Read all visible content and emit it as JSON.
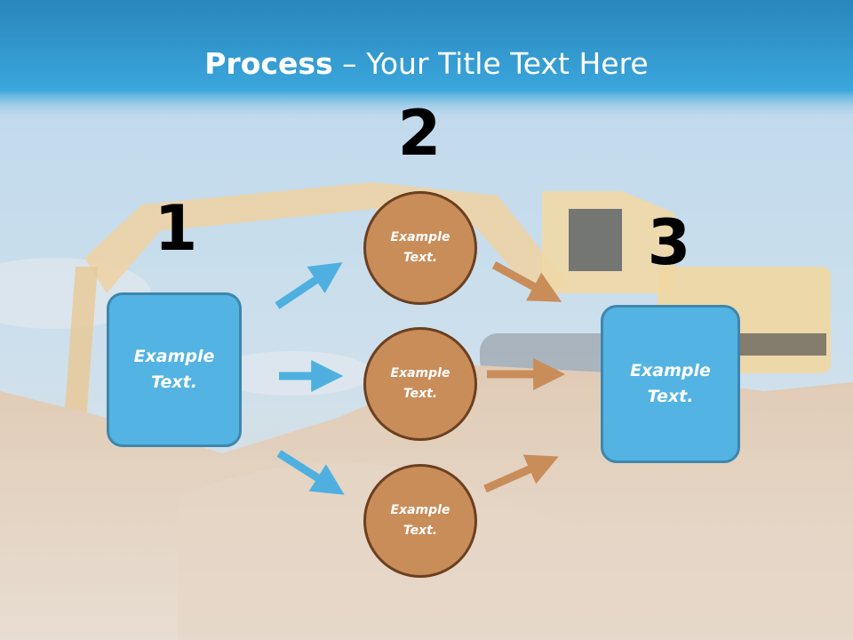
{
  "slide": {
    "title_bold": "Process",
    "title_rest": " – Your Title Text Here",
    "background": "excavator-on-dirt-mound-photo"
  },
  "steps": {
    "step1_number": "1",
    "step2_number": "2",
    "step3_number": "3"
  },
  "nodes": {
    "start_box_text": "Example\nText.",
    "circle_top_text": "Example\nText.",
    "circle_middle_text": "Example\nText.",
    "circle_bottom_text": "Example\nText.",
    "end_box_text": "Example\nText."
  },
  "colors": {
    "title_bar": "#3aa3d8",
    "box_fill": "#53b3e2",
    "circle_fill": "#c98d5a",
    "arrow_blue": "#4fb0e0",
    "arrow_brown": "#c98d5a"
  }
}
